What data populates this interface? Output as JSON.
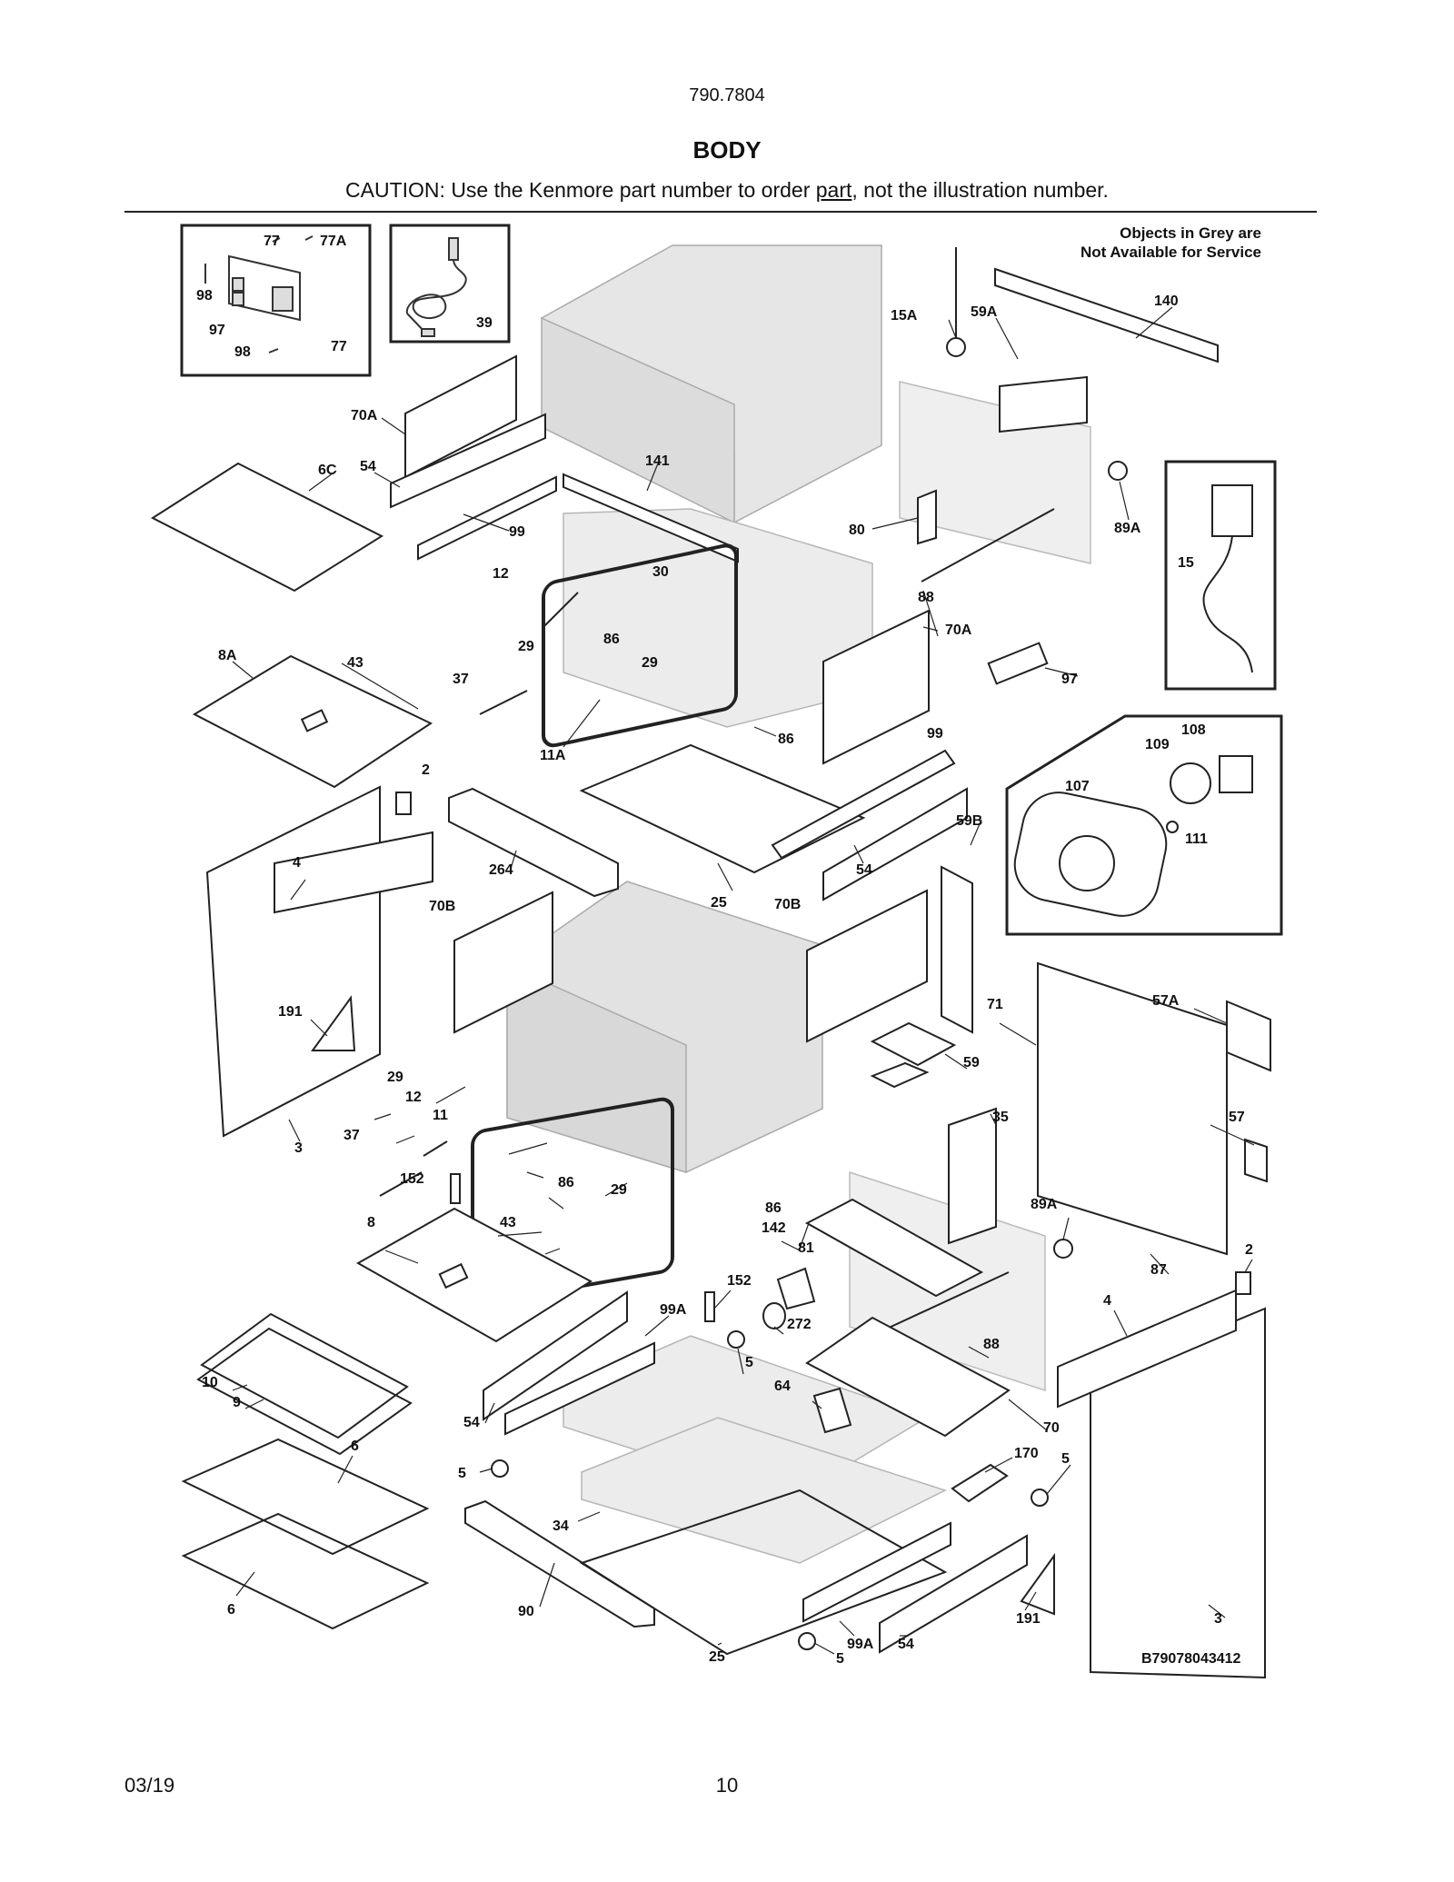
{
  "header": {
    "model_number": "790.7804",
    "section_title": "BODY",
    "caution_prefix": "CAUTION: Use the Kenmore part number to order ",
    "caution_underlined": "part",
    "caution_suffix": ", not the illustration number."
  },
  "grey_note": {
    "line1": "Objects in Grey are",
    "line2": "Not Available for Service"
  },
  "callouts": {
    "c77a": "77",
    "c77b": "77A",
    "c98a": "98",
    "c97a": "97",
    "c98b": "98",
    "c77c": "77",
    "c39": "39",
    "c15a": "15A",
    "c59a": "59A",
    "c140": "140",
    "c70a1": "70A",
    "c6c": "6C",
    "c54a": "54",
    "c141": "141",
    "c99a": "99",
    "c80": "80",
    "c89a1": "89A",
    "c15": "15",
    "c12a": "12",
    "c30": "30",
    "c88a": "88",
    "c86a": "86",
    "c29a": "29",
    "c29b": "29",
    "c70a2": "70A",
    "c8a": "8A",
    "c43a": "43",
    "c37a": "37",
    "c97b": "97",
    "c11a": "11A",
    "c86b": "86",
    "c99b": "99",
    "c108": "108",
    "c109": "109",
    "c107": "107",
    "c2a": "2",
    "c111": "111",
    "c59b": "59B",
    "c4a": "4",
    "c264": "264",
    "c54b": "54",
    "c25a": "25",
    "c70b1": "70B",
    "c70b2": "70B",
    "c191a": "191",
    "c71": "71",
    "c57a": "57A",
    "c59": "59",
    "c29c": "29",
    "c12b": "12",
    "c11": "11",
    "c3a": "3",
    "c35": "35",
    "c57": "57",
    "c37b": "37",
    "c152a": "152",
    "c86c": "86",
    "c29d": "29",
    "c8": "8",
    "c43b": "43",
    "c86d": "86",
    "c142": "142",
    "c81": "81",
    "c89a2": "89A",
    "c2b": "2",
    "c87": "87",
    "c152b": "152",
    "c99a1": "99A",
    "c272": "272",
    "c4b": "4",
    "c10": "10",
    "c9": "9",
    "c5a": "5",
    "c88b": "88",
    "c54c": "54",
    "c64": "64",
    "c70": "70",
    "c6a": "6",
    "c170": "170",
    "c5b": "5",
    "c5c": "5",
    "c34": "34",
    "c90": "90",
    "c6b": "6",
    "c25b": "25",
    "c99a2": "99A",
    "c54d": "54",
    "c191b": "191",
    "c3b": "3",
    "c5d": "5"
  },
  "figure_code": "B79078043412",
  "footer": {
    "date": "03/19",
    "page_number": "10"
  }
}
